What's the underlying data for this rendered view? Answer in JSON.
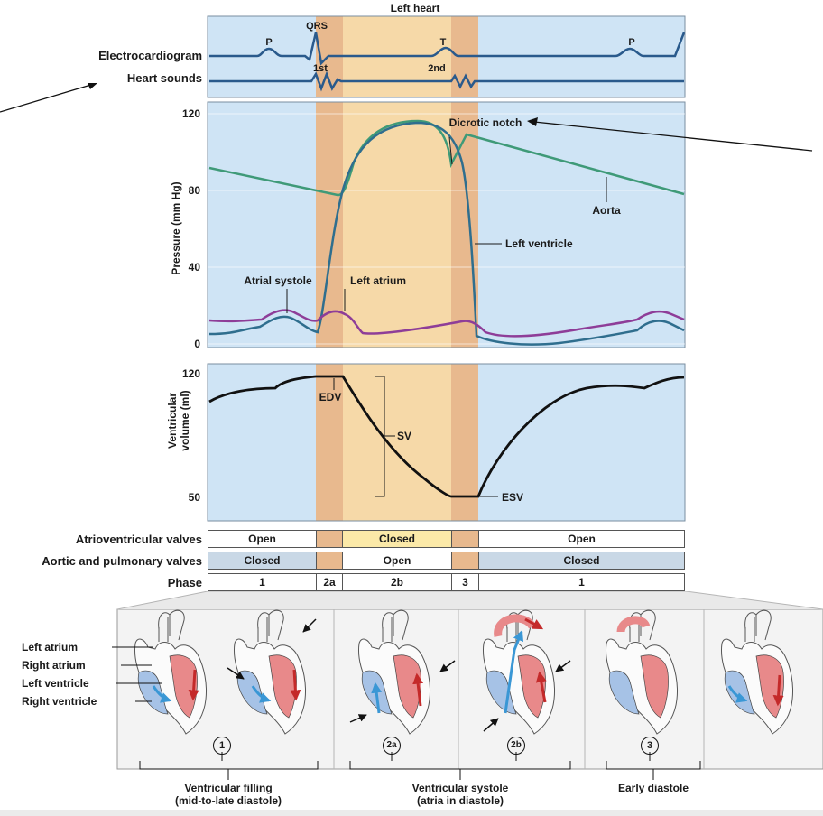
{
  "title": "Left heart",
  "tracks": {
    "ecg_label": "Electrocardiogram",
    "sounds_label": "Heart sounds",
    "ecg_waves": [
      "P",
      "QRS",
      "T",
      "P"
    ],
    "sound_labels": [
      "1st",
      "2nd"
    ]
  },
  "pressure_panel": {
    "ylabel": "Pressure (mm Hg)",
    "ticks": [
      "120",
      "80",
      "40",
      "0"
    ],
    "annotations": {
      "dicrotic": "Dicrotic notch",
      "aorta": "Aorta",
      "ventricle": "Left ventricle",
      "atrial_systole": "Atrial systole",
      "atrium": "Left atrium"
    }
  },
  "volume_panel": {
    "ylabel_line1": "Ventricular",
    "ylabel_line2": "volume (ml)",
    "ticks": [
      "120",
      "50"
    ],
    "annotations": {
      "edv": "EDV",
      "sv": "SV",
      "esv": "ESV"
    }
  },
  "valves": {
    "av_label": "Atrioventricular valves",
    "av_states": [
      "Open",
      "Closed",
      "Open"
    ],
    "sl_label": "Aortic and pulmonary valves",
    "sl_states": [
      "Closed",
      "Open",
      "Closed"
    ],
    "phase_label": "Phase",
    "phases": [
      "1",
      "2a",
      "2b",
      "3",
      "1"
    ]
  },
  "chambers": [
    "Left atrium",
    "Right atrium",
    "Left ventricle",
    "Right ventricle"
  ],
  "phase_circles": [
    "1",
    "2a",
    "2b",
    "3"
  ],
  "groups": [
    {
      "line1": "Ventricular filling",
      "line2": "(mid-to-late diastole)"
    },
    {
      "line1": "Ventricular systole",
      "line2": "(atria in diastole)"
    },
    {
      "line1": "Early diastole",
      "line2": ""
    }
  ],
  "colors": {
    "diastole_bg": "#cfe4f5",
    "systole_bg": "#f6d9a8",
    "isovolumetric_bg": "#e8b98e",
    "ecg_line": "#2a5a8c",
    "aorta_line": "#3f9a78",
    "ventricle_line": "#2f6e8e",
    "atrium_line": "#8e3d98",
    "volume_line": "#111111",
    "blood_oxygenated": "#e8898a",
    "blood_deoxygenated": "#a6c2e6",
    "arrow_red": "#c42a2a",
    "arrow_blue": "#3a97d5"
  }
}
